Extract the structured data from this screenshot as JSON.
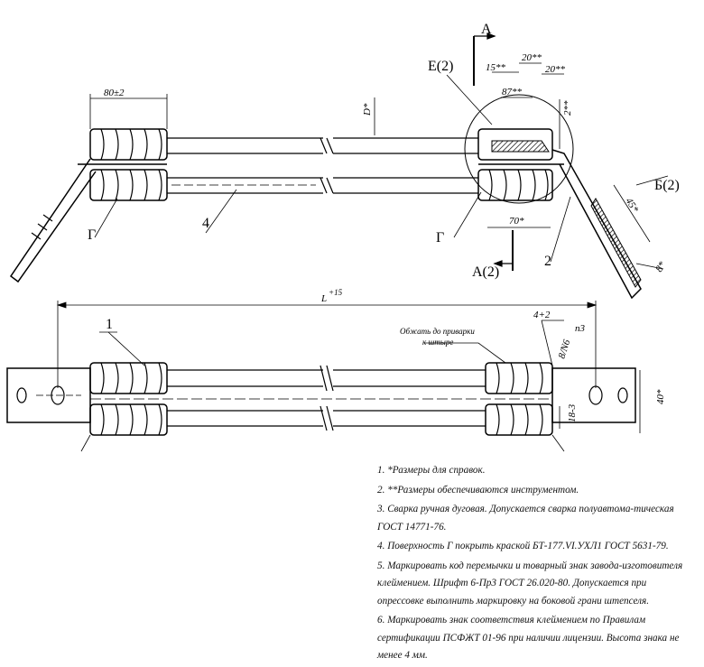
{
  "labels": {
    "view_a": "A",
    "view_a2": "A(2)",
    "detail_e": "E(2)",
    "view_b": "Б(2)",
    "surface_g": "Г",
    "pos_1": "1",
    "pos_2": "2",
    "pos_4": "4"
  },
  "dims": {
    "d80": "80±2",
    "d_star": "D*",
    "d15": "15**",
    "d20a": "20**",
    "d20b": "20**",
    "d87": "87**",
    "d2": "2**",
    "d70": "70*",
    "d45": "45*",
    "d8": "8*",
    "d_L": "L",
    "d_L_tol": "+15",
    "d4": "4+2",
    "d_p3": "п3",
    "d_weld": "8/N6",
    "d18": "18-3",
    "d40": "40*"
  },
  "annotation": {
    "line1": "Обжать до приварки",
    "line2": "к штыре"
  },
  "notes": [
    "1. *Размеры для справок.",
    "2. **Размеры обеспечиваются инструментом.",
    "3. Сварка ручная дуговая. Допускается сварка полуавтома-тическая ГОСТ 14771-76.",
    "4. Поверхность Г покрыть краской БТ-177.VI.УХЛ1 ГОСТ 5631-79.",
    "5. Маркировать код перемычки и товарный знак завода-изготовителя клеймением. Шрифт 6-Пр3 ГОСТ 26.020-80. Допускается при опрессовке выполнить маркировку на боковой грани штепселя.",
    "6. Маркировать знак соответствия клеймением по Правилам сертификации ПСФЖТ 01-96 при наличии лицензии. Высота знака не менее 4 мм."
  ]
}
